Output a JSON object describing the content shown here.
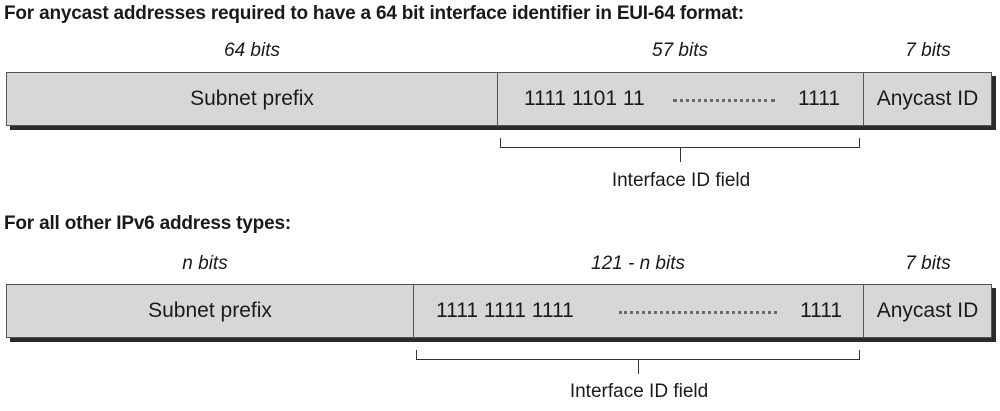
{
  "diagram1": {
    "heading": "For anycast addresses required to have a 64 bit interface identifier in EUI-64 format:",
    "prefix_bits": "64 bits",
    "iid_bits": "57 bits",
    "anycast_bits": "7 bits",
    "prefix_label": "Subnet prefix",
    "iid_left": "1111 1101 11",
    "iid_right": "1111",
    "anycast_label": "Anycast ID",
    "field_label": "Interface ID field"
  },
  "diagram2": {
    "heading": "For all other IPv6 address types:",
    "prefix_bits": "n bits",
    "iid_bits": "121 - n bits",
    "anycast_bits": "7 bits",
    "prefix_label": "Subnet prefix",
    "iid_left": "1111 1111 1111",
    "iid_right": "1111",
    "anycast_label": "Anycast ID",
    "field_label": "Interface ID field"
  }
}
